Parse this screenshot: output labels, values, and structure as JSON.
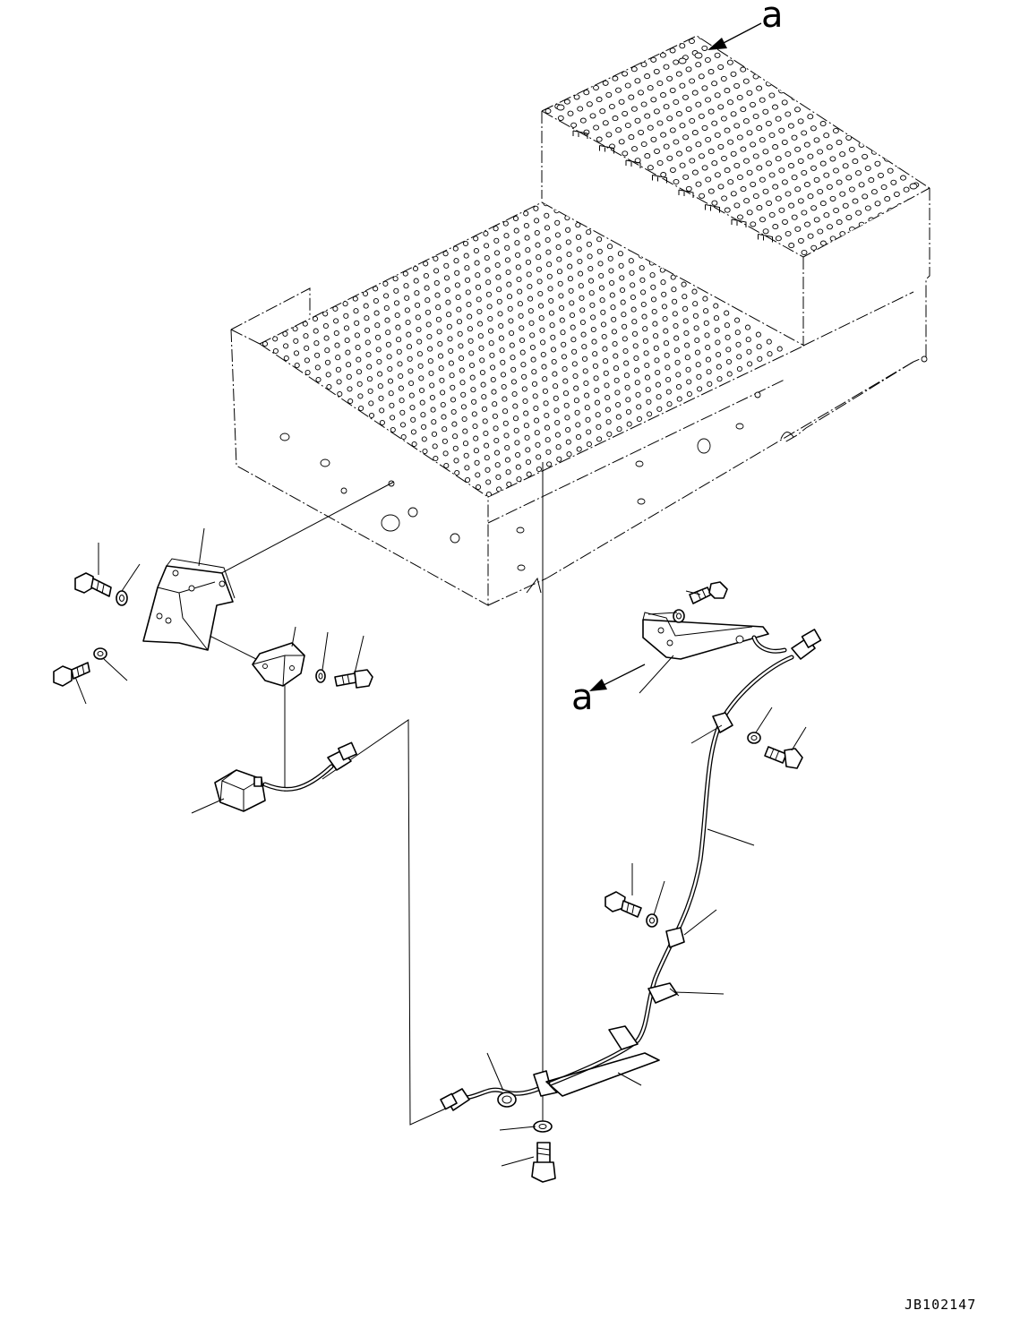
{
  "drawing": {
    "view_marker_top": "a",
    "view_marker_side": "a",
    "drawing_number": "JB102147"
  }
}
